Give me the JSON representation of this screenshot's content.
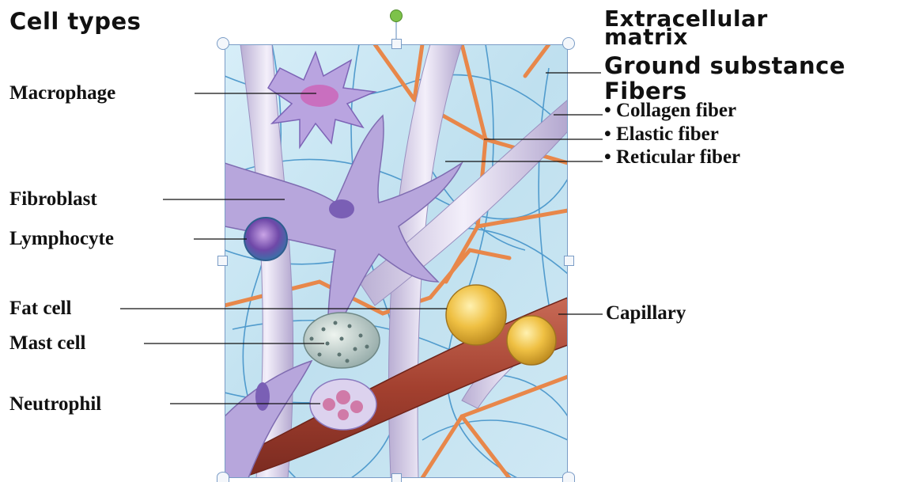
{
  "headings": {
    "cell_types": "Cell types",
    "extracellular_matrix": "Extracellular matrix",
    "ground_substance": "Ground substance",
    "fibers": "Fibers"
  },
  "cell_labels": {
    "macrophage": "Macrophage",
    "fibroblast": "Fibroblast",
    "lymphocyte": "Lymphocyte",
    "fat_cell": "Fat cell",
    "mast_cell": "Mast cell",
    "neutrophil": "Neutrophil"
  },
  "fiber_labels": {
    "collagen": "• Collagen fiber",
    "elastic": "• Elastic fiber",
    "reticular": "• Reticular fiber"
  },
  "capillary_label": "Capillary",
  "colors": {
    "background_tissue": "#c9e6f2",
    "collagen": "#e7e1f0",
    "reticular": "#e8874a",
    "elastic_network": "#3d8fc7",
    "fibroblast": "#b7a6dc",
    "fat_cell": "#e8b93a",
    "capillary": "#a8473a",
    "lymphocyte": "#6a4fa8",
    "selection_border": "#7a9cc6",
    "rotate_handle": "#7dc24a"
  }
}
